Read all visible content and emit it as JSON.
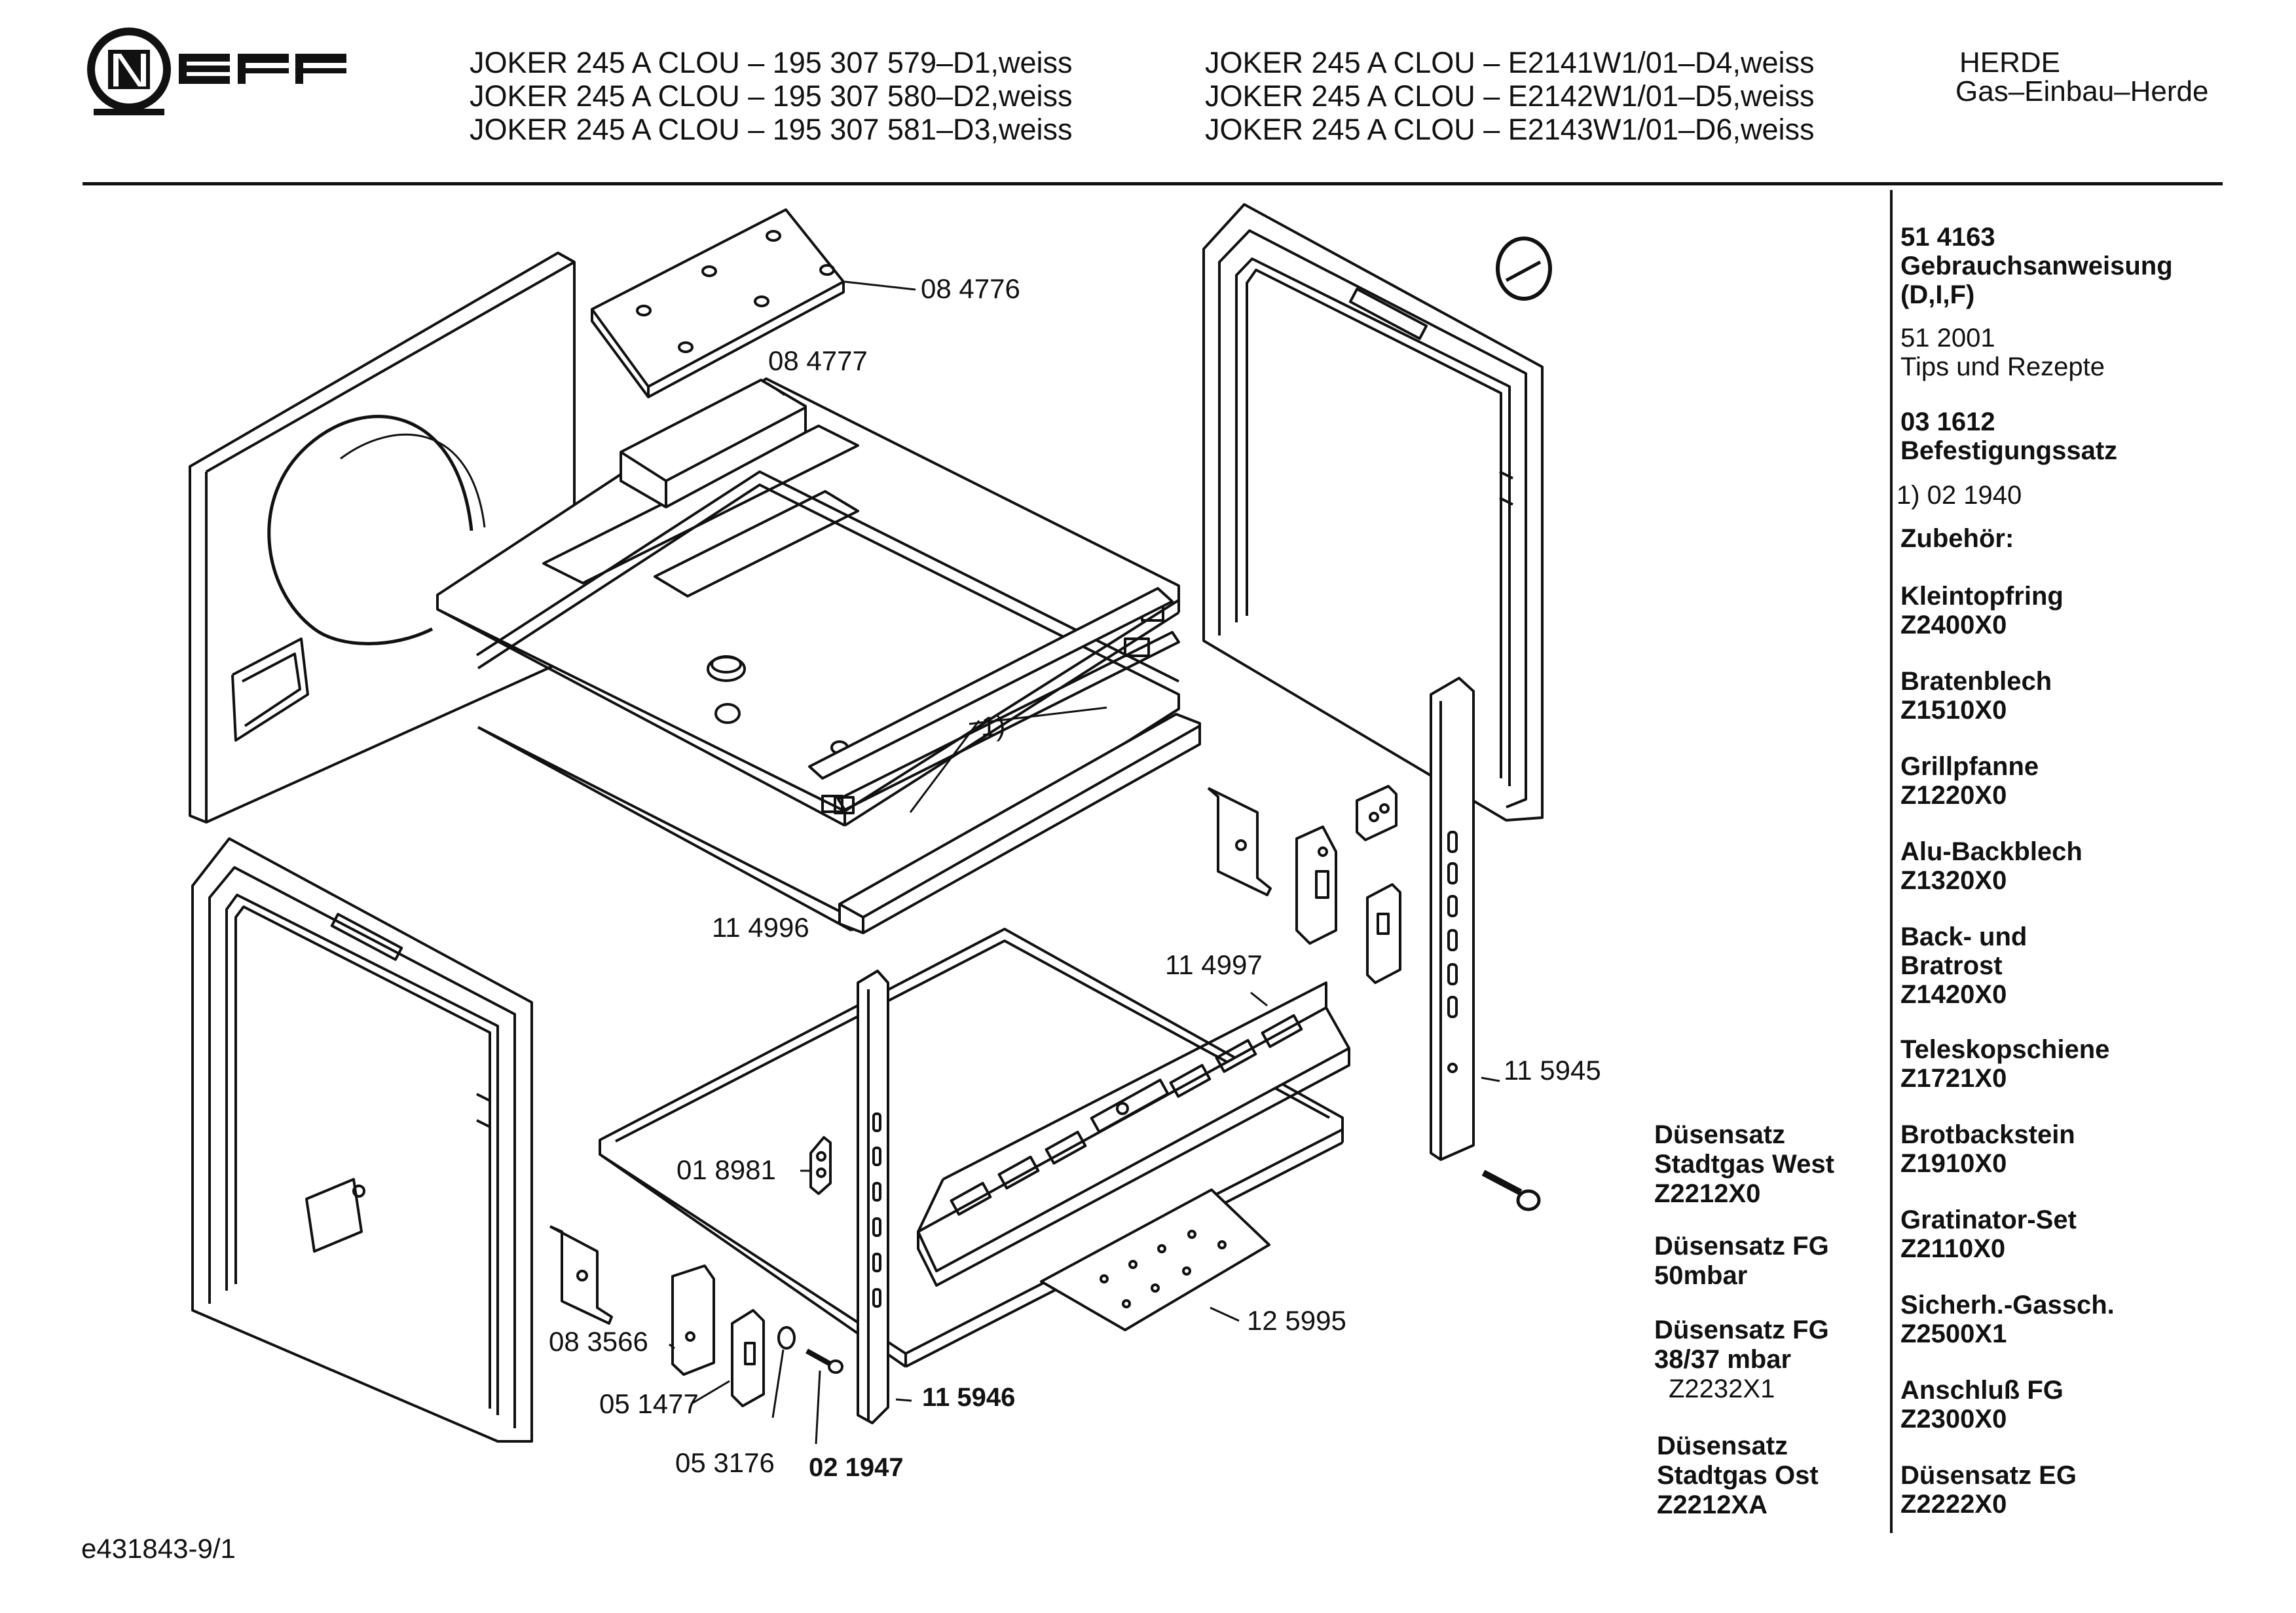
{
  "brand": {
    "name": "NEFF"
  },
  "models_left": [
    "JOKER 245 A CLOU – 195 307 579–D1,weiss",
    "JOKER 245 A CLOU – 195 307 580–D2,weiss",
    "JOKER 245 A CLOU – 195 307 581–D3,weiss"
  ],
  "models_right": [
    "JOKER 245 A CLOU – E2141W1/01–D4,weiss",
    "JOKER 245 A CLOU – E2142W1/01–D5,weiss",
    "JOKER 245 A CLOU – E2143W1/01–D6,weiss"
  ],
  "category": {
    "line1": "HERDE",
    "line2": "Gas–Einbau–Herde"
  },
  "parts": {
    "p084776": "08 4776",
    "p084777": "08 4777",
    "p114996": "11 4996",
    "p114997": "11 4997",
    "p115945": "11 5945",
    "p018981": "01 8981",
    "p083566": "08 3566",
    "p051477": "05 1477",
    "p053176": "05 3176",
    "p021947": "02 1947",
    "p115946": "11 5946",
    "p125995": "12 5995",
    "ref1": "1)"
  },
  "nozzles": [
    {
      "title1": "Düsensatz",
      "title2": "Stadtgas West",
      "code": "Z2212X0"
    },
    {
      "title1": "Düsensatz FG",
      "title2": "50mbar",
      "code": ""
    },
    {
      "title1": "Düsensatz FG",
      "title2": "38/37 mbar",
      "code": "Z2232X1"
    },
    {
      "title1": "Düsensatz",
      "title2": "Stadtgas Ost",
      "code": "Z2212XA"
    }
  ],
  "sidebar": {
    "manual_code": "51 4163",
    "manual_name": "Gebrauchsanweisung",
    "manual_lang": "(D,I,F)",
    "tips_code": "51 2001",
    "tips_name": "Tips und Rezepte",
    "fix_code": "03 1612",
    "fix_name": "Befestigungssatz",
    "note": "1) 02 1940",
    "acc_title": "Zubehör:",
    "accessories": [
      {
        "name": "Kleintopfring",
        "code": "Z2400X0"
      },
      {
        "name": "Bratenblech",
        "code": "Z1510X0"
      },
      {
        "name": "Grillpfanne",
        "code": "Z1220X0"
      },
      {
        "name": "Alu-Backblech",
        "code": "Z1320X0"
      },
      {
        "name": "Back- und",
        "name2": "Bratrost",
        "code": "Z1420X0"
      },
      {
        "name": "Teleskopschiene",
        "code": "Z1721X0"
      },
      {
        "name": "Brotbackstein",
        "code": "Z1910X0"
      },
      {
        "name": "Gratinator-Set",
        "code": "Z2110X0"
      },
      {
        "name": "Sicherh.-Gassch.",
        "code": "Z2500X1"
      },
      {
        "name": "Anschluß FG",
        "code": "Z2300X0"
      },
      {
        "name": "Düsensatz EG",
        "code": "Z2222X0"
      }
    ]
  },
  "footer": {
    "doc_id": "e431843-9/1"
  }
}
